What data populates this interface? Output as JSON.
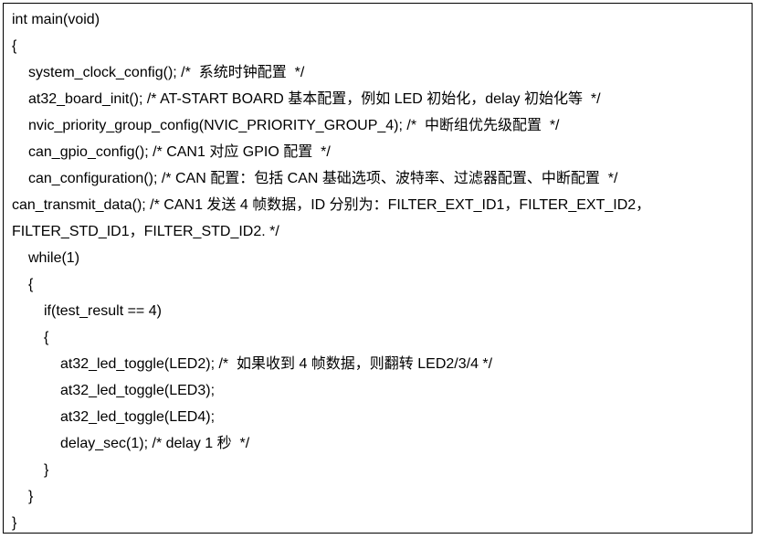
{
  "code_listing": {
    "lines": [
      {
        "indent": 0,
        "text": "int main(void)"
      },
      {
        "indent": 0,
        "text": "{"
      },
      {
        "indent": 1,
        "text": "system_clock_config(); /*  系统时钟配置  */"
      },
      {
        "indent": 1,
        "text": "at32_board_init(); /* AT-START BOARD 基本配置，例如 LED 初始化，delay 初始化等  */"
      },
      {
        "indent": 1,
        "text": "nvic_priority_group_config(NVIC_PRIORITY_GROUP_4); /*  中断组优先级配置  */"
      },
      {
        "indent": 1,
        "text": "can_gpio_config(); /* CAN1 对应 GPIO 配置  */"
      },
      {
        "indent": 1,
        "text": "can_configuration(); /* CAN 配置：包括 CAN 基础选项、波特率、过滤器配置、中断配置  */"
      },
      {
        "indent": 0,
        "text": "can_transmit_data(); /* CAN1 发送 4 帧数据，ID 分别为：FILTER_EXT_ID1，FILTER_EXT_ID2，"
      },
      {
        "indent": 0,
        "text": "FILTER_STD_ID1，FILTER_STD_ID2. */"
      },
      {
        "indent": 1,
        "text": "while(1)"
      },
      {
        "indent": 1,
        "text": "{"
      },
      {
        "indent": 2,
        "text": "if(test_result == 4)"
      },
      {
        "indent": 2,
        "text": "{"
      },
      {
        "indent": 3,
        "text": "at32_led_toggle(LED2); /*  如果收到 4 帧数据，则翻转 LED2/3/4 */"
      },
      {
        "indent": 3,
        "text": "at32_led_toggle(LED3);"
      },
      {
        "indent": 3,
        "text": "at32_led_toggle(LED4);"
      },
      {
        "indent": 3,
        "text": "delay_sec(1); /* delay 1 秒  */"
      },
      {
        "indent": 2,
        "text": "}"
      },
      {
        "indent": 1,
        "text": "}"
      },
      {
        "indent": 0,
        "text": "}"
      }
    ]
  }
}
